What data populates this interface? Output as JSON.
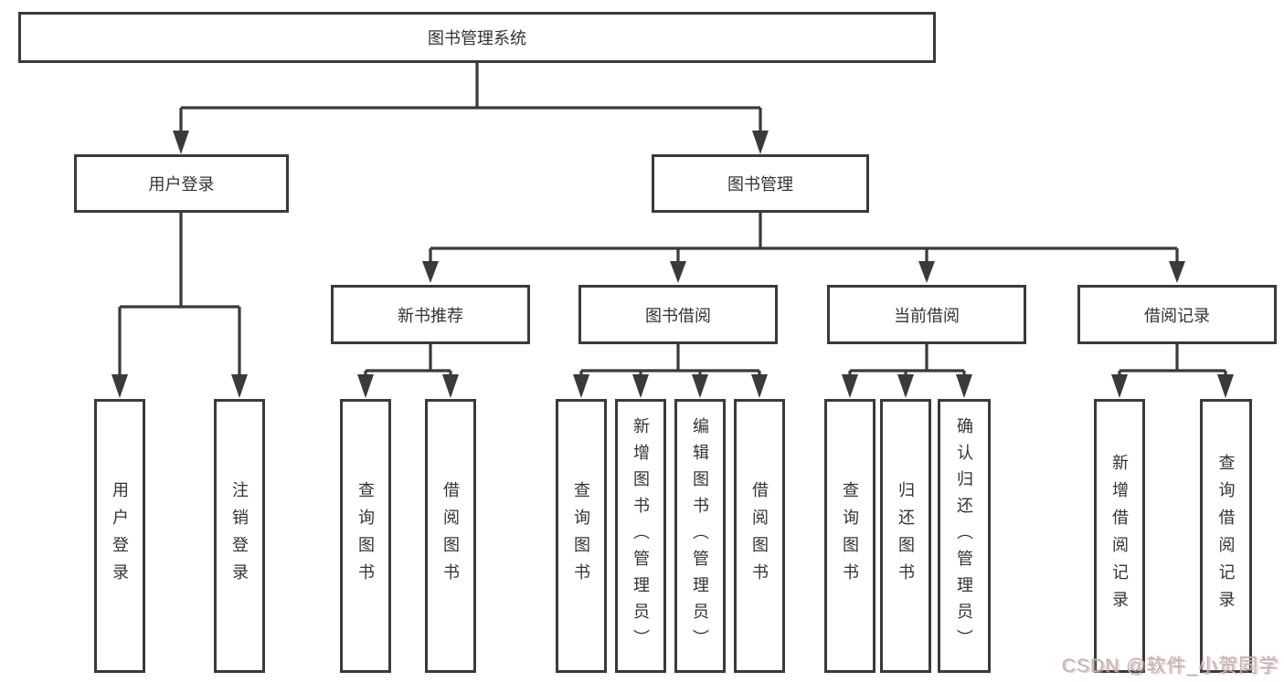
{
  "diagram": {
    "nodes": {
      "root": "图书管理系统",
      "level2": {
        "user_login": "用户登录",
        "book_mgmt": "图书管理"
      },
      "level3": {
        "new_book": "新书推荐",
        "book_borrow": "图书借阅",
        "current_borrow": "当前借阅",
        "borrow_record": "借阅记录"
      },
      "leaves": {
        "user_login_children": [
          "用户登录",
          "注销登录"
        ],
        "new_book_children": [
          "查询图书",
          "借阅图书"
        ],
        "book_borrow_children": [
          "查询图书",
          "新增图书（管理员）",
          "编辑图书（管理员）",
          "借阅图书"
        ],
        "current_borrow_children": [
          "查询图书",
          "归还图书",
          "确认归还（管理员）"
        ],
        "borrow_record_children": [
          "新增借阅记录",
          "查询借阅记录"
        ]
      }
    },
    "watermark": "CSDN @软件_小贺同学",
    "colors": {
      "line": "#3a3a3a",
      "text": "#333333",
      "box_background": "#ffffff",
      "watermark_gray": "#b7b7b7",
      "watermark_shadow_pink": "#eb9696"
    }
  }
}
